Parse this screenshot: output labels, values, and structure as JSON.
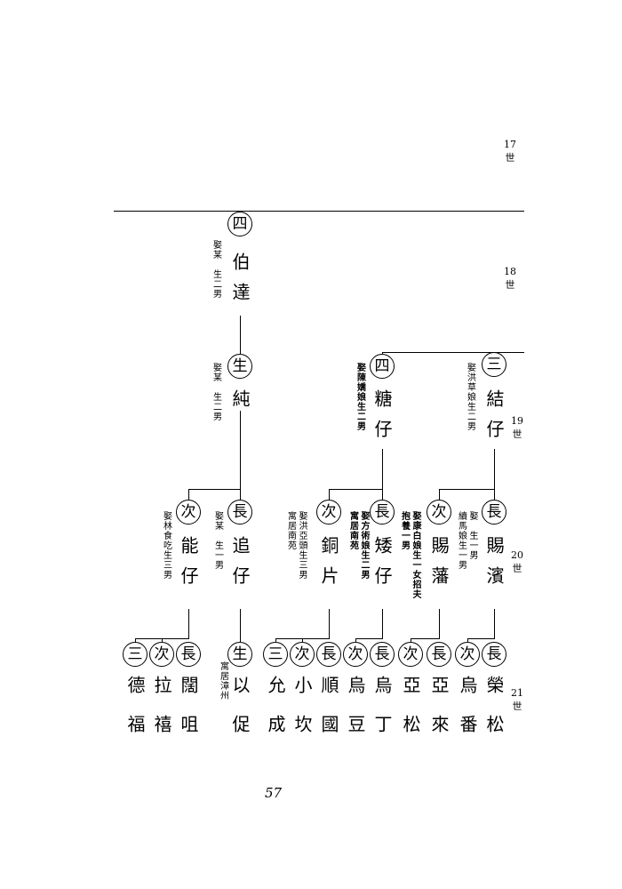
{
  "generations": [
    {
      "num": "17",
      "label": "世"
    },
    {
      "num": "18",
      "label": "世"
    },
    {
      "num": "19",
      "label": "世"
    },
    {
      "num": "20",
      "label": "世"
    },
    {
      "num": "21",
      "label": "世"
    }
  ],
  "page_number": "57",
  "boda": {
    "rank": "四",
    "name": "伯達",
    "note": "娶某　生二男"
  },
  "chun": {
    "rank": "生",
    "name": "純",
    "note": "娶某　生二男"
  },
  "jiezi": {
    "rank": "三",
    "name": "結仔",
    "note": "娶洪草娘生二男"
  },
  "tangzi": {
    "rank": "四",
    "name": "糖仔",
    "note": "娶陳嬌娘生二男"
  },
  "zhuizi": {
    "rank": "長",
    "name": "追仔",
    "note": "娶某　生一男"
  },
  "nengzi": {
    "rank": "次",
    "name": "能仔",
    "note": "娶林食吃生三男"
  },
  "tongpian": {
    "rank": "次",
    "name": "銅片",
    "note": "娶洪亞頭生三男\n寓居南苑"
  },
  "aizi": {
    "rank": "長",
    "name": "矮仔",
    "note": "娶方術娘生二男\n寓居南苑"
  },
  "cifan": {
    "rank": "次",
    "name": "賜藩",
    "note": "娶康白娘生一女招夫\n抱養一男"
  },
  "cibin": {
    "rank": "長",
    "name": "賜濱",
    "note": "娶　生一男\n續馬娘生一男"
  },
  "gen21": [
    {
      "rank": "三",
      "name": "德福"
    },
    {
      "rank": "次",
      "name": "拉禧"
    },
    {
      "rank": "長",
      "name": "闊咀"
    },
    {
      "rank": "生",
      "name": "以促",
      "note": "寓居漳州"
    },
    {
      "rank": "三",
      "name": "允成"
    },
    {
      "rank": "次",
      "name": "小坎"
    },
    {
      "rank": "長",
      "name": "順國"
    },
    {
      "rank": "次",
      "name": "烏豆"
    },
    {
      "rank": "長",
      "name": "烏丁"
    },
    {
      "rank": "次",
      "name": "亞松"
    },
    {
      "rank": "長",
      "name": "亞來"
    },
    {
      "rank": "次",
      "name": "烏番"
    },
    {
      "rank": "長",
      "name": "榮松"
    }
  ]
}
